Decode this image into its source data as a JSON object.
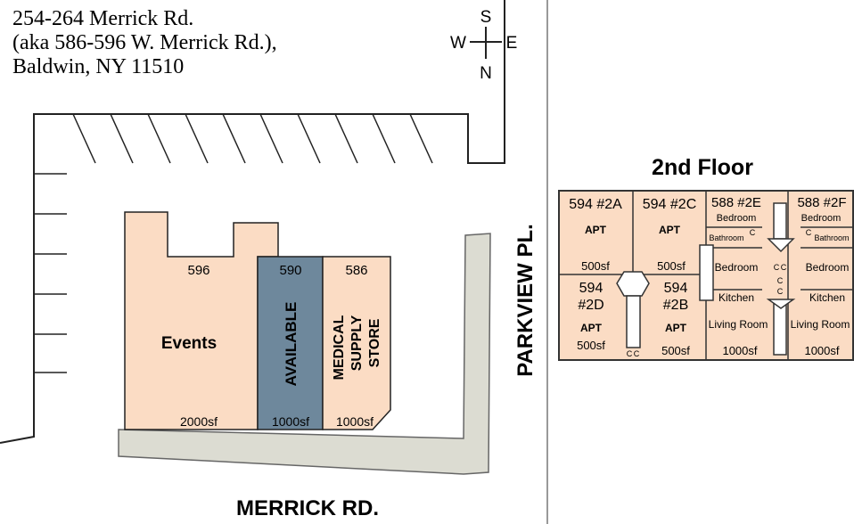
{
  "address": {
    "line1": "254-264 Merrick Rd.",
    "line2": "(aka 586-596 W. Merrick Rd.),",
    "line3": "Baldwin, NY  11510"
  },
  "compass": {
    "top": "S",
    "left": "W",
    "right": "E",
    "bottom": "N"
  },
  "streets": {
    "bottom": "MERRICK RD.",
    "right": "PARKVIEW PL."
  },
  "colors": {
    "occupied": "#fbdcc4",
    "available": "#6e889c",
    "sidewalk": "#dcdcd2"
  },
  "ground_floor": [
    {
      "number": "596",
      "tenant": "Events",
      "size": "2000sf"
    },
    {
      "number": "590",
      "tenant": "AVAILABLE",
      "size": "1000sf"
    },
    {
      "number": "586",
      "tenant": "MEDICAL SUPPLY STORE",
      "tenant_lines": [
        "MEDICAL",
        "SUPPLY",
        "STORE"
      ],
      "size": "1000sf"
    }
  ],
  "second_floor": {
    "title": "2nd Floor",
    "units": [
      {
        "name": "594 #2A",
        "type": "APT",
        "size": "500sf"
      },
      {
        "name": "594 #2C",
        "type": "APT",
        "size": "500sf"
      },
      {
        "name_lines": [
          "594",
          "#2D"
        ],
        "type": "APT",
        "size": "500sf"
      },
      {
        "name_lines": [
          "594",
          "#2B"
        ],
        "type": "APT",
        "size": "500sf"
      },
      {
        "name": "588 #2E",
        "rooms": [
          "Bedroom",
          "Bathroom",
          "Bedroom",
          "Kitchen",
          "Living Room"
        ],
        "size": "1000sf"
      },
      {
        "name": "588 #2F",
        "rooms": [
          "Bedroom",
          "Bathroom",
          "Bedroom",
          "Kitchen",
          "Living Room"
        ],
        "size": "1000sf"
      }
    ],
    "closet": "C"
  }
}
